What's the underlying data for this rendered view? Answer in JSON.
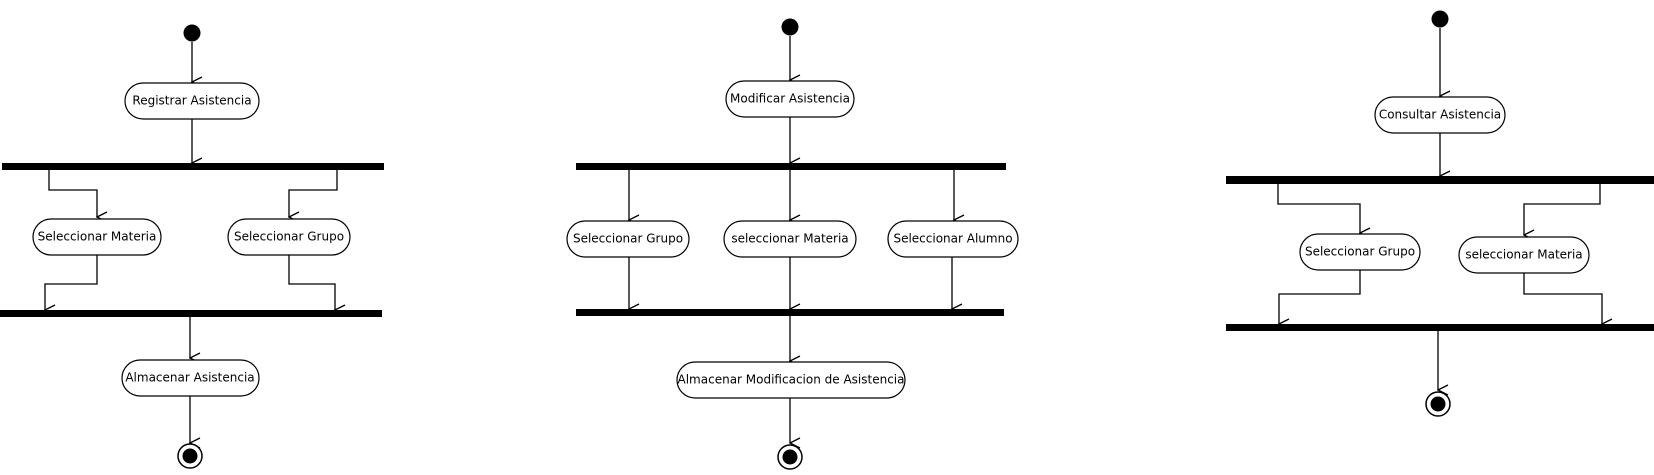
{
  "diagrams": [
    {
      "activities": {
        "registrar": "Registrar Asistencia",
        "sel_materia": "Seleccionar Materia",
        "sel_grupo": "Seleccionar Grupo",
        "almacenar": "Almacenar Asistencia"
      }
    },
    {
      "activities": {
        "modificar": "Modificar Asistencia",
        "sel_grupo": "Seleccionar Grupo",
        "sel_materia": "seleccionar Materia",
        "sel_alumno": "Seleccionar Alumno",
        "almacenar": "Almacenar Modificacion de Asistencia"
      }
    },
    {
      "activities": {
        "consultar": "Consultar Asistencia",
        "sel_grupo": "Seleccionar Grupo",
        "sel_materia": "seleccionar Materia"
      }
    }
  ]
}
